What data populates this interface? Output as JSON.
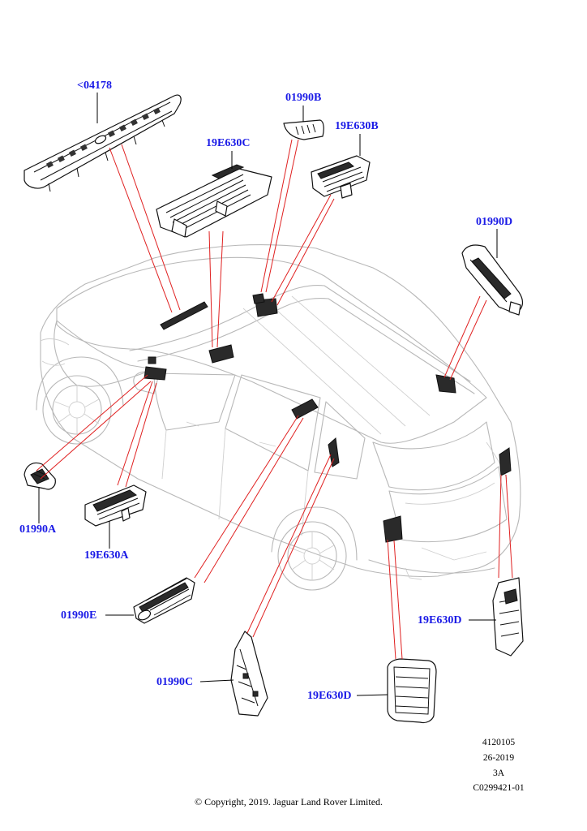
{
  "callouts": {
    "a04178": "<04178",
    "b01990": "01990B",
    "c19e630": "19E630C",
    "b19e630": "19E630B",
    "d01990": "01990D",
    "a01990": "01990A",
    "a19e630": "19E630A",
    "e01990": "01990E",
    "d19e630_right": "19E630D",
    "c01990": "01990C",
    "d19e630_bottom": "19E630D"
  },
  "meta": {
    "line1": "4120105",
    "line2": "26-2019",
    "line3": "3A",
    "line4": "C0299421-01"
  },
  "copyright": "© Copyright, 2019. Jaguar Land Rover Limited.",
  "colors": {
    "callout": "#1a1ae6",
    "leader": "#e02020",
    "vehicle": "#b8b8b8"
  }
}
